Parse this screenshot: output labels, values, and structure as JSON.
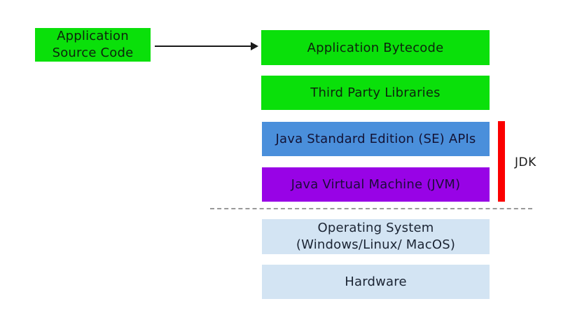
{
  "colors": {
    "green": "#0ae00a",
    "blue": "#4a8fdb",
    "purple": "#9803e6",
    "light_blue": "#d3e4f3",
    "red_bracket": "#fb0000",
    "arrow": "#1a1a1a",
    "divider": "#999999",
    "background": "#ffffff"
  },
  "icons": {
    "arrow": "arrow-right"
  },
  "diagram": {
    "source_box": {
      "line1": "Application",
      "line2": "Source Code"
    },
    "layers": [
      {
        "label": "Application Bytecode"
      },
      {
        "label": "Third Party Libraries"
      },
      {
        "label": "Java Standard Edition (SE) APIs"
      },
      {
        "label": "Java Virtual Machine (JVM)"
      },
      {
        "line1": "Operating System",
        "line2": "(Windows/Linux/ MacOS)"
      },
      {
        "label": "Hardware"
      }
    ],
    "jdk_bracket": {
      "label": "JDK"
    }
  }
}
